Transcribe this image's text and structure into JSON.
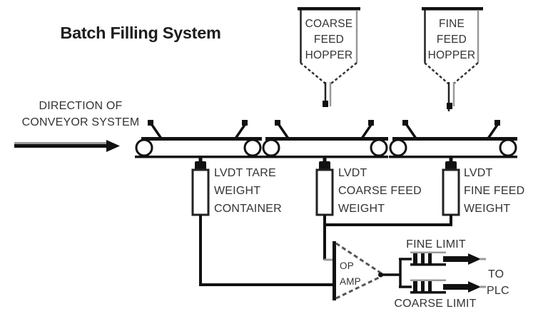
{
  "title": "Batch Filling System",
  "direction": {
    "lines": [
      "DIRECTION OF",
      "CONVEYOR SYSTEM"
    ]
  },
  "hoppers": {
    "coarse": {
      "lines": [
        "COARSE",
        "FEED",
        "HOPPER"
      ]
    },
    "fine": {
      "lines": [
        "FINE",
        "FEED",
        "HOPPER"
      ]
    }
  },
  "sensors": {
    "tare": {
      "lines": [
        "LVDT TARE",
        "WEIGHT",
        "CONTAINER"
      ]
    },
    "coarse": {
      "lines": [
        "LVDT",
        "COARSE FEED",
        "WEIGHT"
      ]
    },
    "fine": {
      "lines": [
        "LVDT",
        "FINE FEED",
        "WEIGHT"
      ]
    }
  },
  "op_amp": {
    "lines": [
      "OP",
      "AMP"
    ]
  },
  "limits": {
    "fine": "FINE LIMIT",
    "coarse": "COARSE LIMIT"
  },
  "plc": {
    "lines": [
      "TO",
      "PLC"
    ]
  },
  "colors": {
    "ink": "#111111",
    "text": "#333333",
    "gray": "#999999",
    "background": "#ffffff"
  }
}
